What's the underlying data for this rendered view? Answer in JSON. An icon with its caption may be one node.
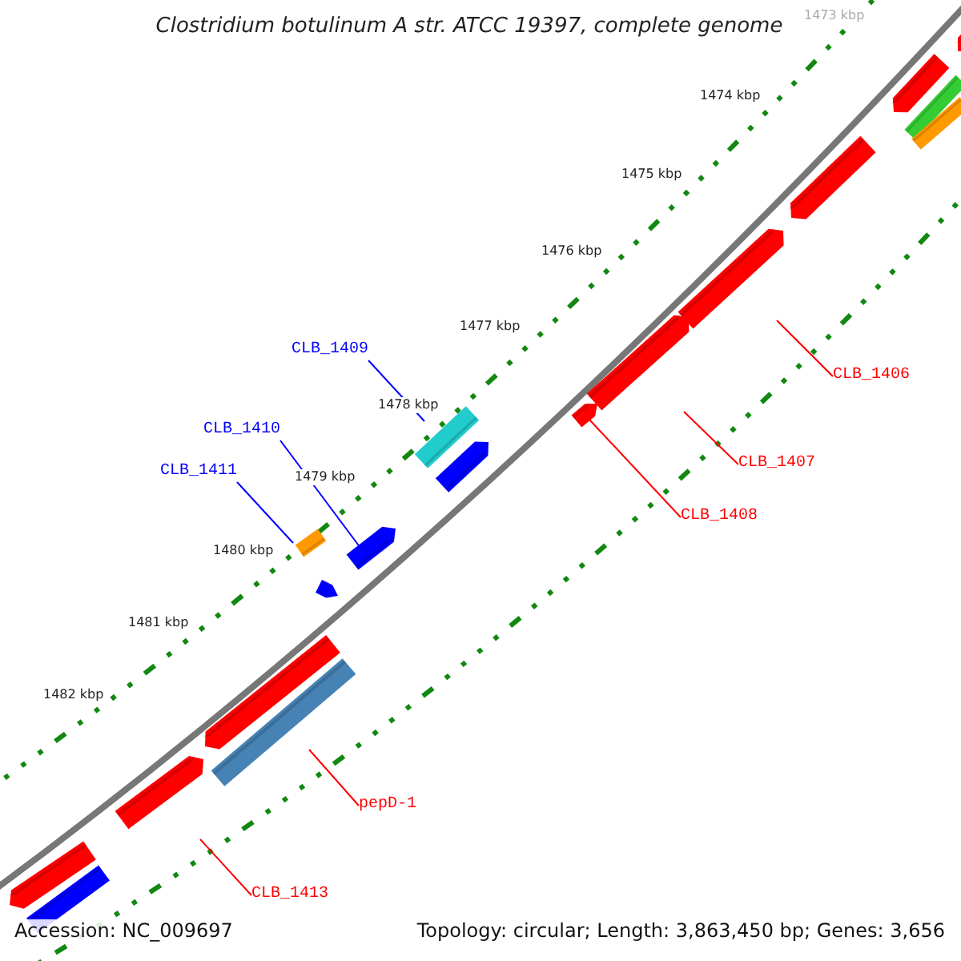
{
  "diagram": {
    "title": "Clostridium botulinum A str. ATCC 19397, complete genome",
    "nodes": [
      {
        "text": [
          "CLB_1409"
        ]
      },
      {
        "text": [
          "CLB_1410"
        ]
      },
      {
        "text": [
          "CLB_1411"
        ]
      },
      {
        "text": [
          "CLB_1406"
        ]
      },
      {
        "text": [
          "CLB_1407"
        ]
      },
      {
        "text": [
          "CLB_1408"
        ]
      },
      {
        "text": [
          "pepD-1"
        ]
      },
      {
        "text": [
          "CLB_1413"
        ]
      },
      {
        "text": [],
        "shape": "bar"
      },
      {
        "text": [],
        "shape": "bar"
      },
      {
        "text": [],
        "shape": "bar"
      },
      {
        "text": [],
        "shape": "bar"
      },
      {
        "text": [],
        "shape": "bar"
      },
      {
        "text": [],
        "shape": "bar"
      },
      {
        "text": [],
        "shape": "bar"
      },
      {
        "text": [],
        "shape": "bar"
      },
      {
        "text": [],
        "shape": "bar"
      },
      {
        "text": [],
        "shape": "bar"
      },
      {
        "text": [],
        "shape": "bar"
      },
      {
        "text": [],
        "shape": "bar"
      },
      {
        "text": [],
        "shape": "bar"
      },
      {
        "text": [],
        "shape": "bar"
      },
      {
        "text": [],
        "shape": "bar"
      },
      {
        "text": [],
        "shape": "bar"
      },
      {
        "text": [],
        "shape": "bar"
      },
      {
        "text": [],
        "shape": "bar"
      }
    ],
    "edges": [
      {
        "from": 0,
        "to": 8,
        "arrow": "none",
        "color": "#0000ff"
      },
      {
        "from": 1,
        "to": 9,
        "arrow": "none",
        "color": "#0000ff"
      },
      {
        "from": 2,
        "to": 10,
        "arrow": "none",
        "color": "#0000ff"
      },
      {
        "from": 3,
        "to": 11,
        "arrow": "none"
      },
      {
        "from": 4,
        "to": 12,
        "arrow": "none"
      },
      {
        "from": 5,
        "to": 13,
        "arrow": "none"
      },
      {
        "from": 6,
        "to": 14,
        "arrow": "none"
      },
      {
        "from": 7,
        "to": 15,
        "arrow": "none"
      }
    ],
    "labels": [
      "1473 kbp",
      "1474 kbp",
      "1475 kbp",
      "1476 kbp",
      "1477 kbp",
      "1478 kbp",
      "1479 kbp",
      "1480 kbp",
      "1481 kbp",
      "1482 kbp",
      "Accession: NC_009697",
      "Topology: circular; Length: 3,863,450 bp; Genes: 3,656"
    ]
  }
}
